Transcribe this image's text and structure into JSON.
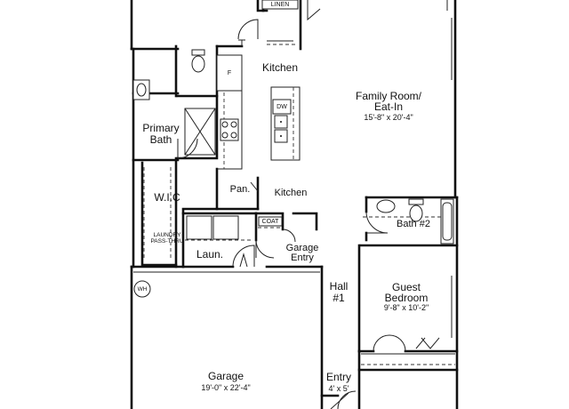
{
  "rooms": {
    "family_room": {
      "name": "Family Room/",
      "name2": "Eat-In",
      "dims": "15'-8\" x 20'-4\""
    },
    "kitchen_top": {
      "name": "Kitchen"
    },
    "kitchen_mid": {
      "name": "Kitchen"
    },
    "primary_bath": {
      "name": "Primary",
      "name2": "Bath"
    },
    "wic": {
      "name": "W.I.C"
    },
    "laundry_passthru": {
      "name": "LAUNDRY",
      "name2": "PASS-THRU"
    },
    "laundry": {
      "name": "Laun."
    },
    "pantry": {
      "name": "Pan."
    },
    "coat": {
      "name": "COAT"
    },
    "garage_entry": {
      "name": "Garage",
      "name2": "Entry"
    },
    "hall": {
      "name": "Hall",
      "name2": "#1"
    },
    "guest_bedroom": {
      "name": "Guest",
      "name2": "Bedroom",
      "dims": "9'-8\" x 10'-2\""
    },
    "bath2": {
      "name": "Bath #2"
    },
    "garage": {
      "name": "Garage",
      "dims": "19'-0\" x 22'-4\""
    },
    "entry": {
      "name": "Entry",
      "dims": "4' x 5'"
    },
    "linen": {
      "name": "LINEN"
    }
  },
  "fixtures": {
    "dishwasher": "DW",
    "fridge": "F",
    "water_heater": "WH"
  }
}
